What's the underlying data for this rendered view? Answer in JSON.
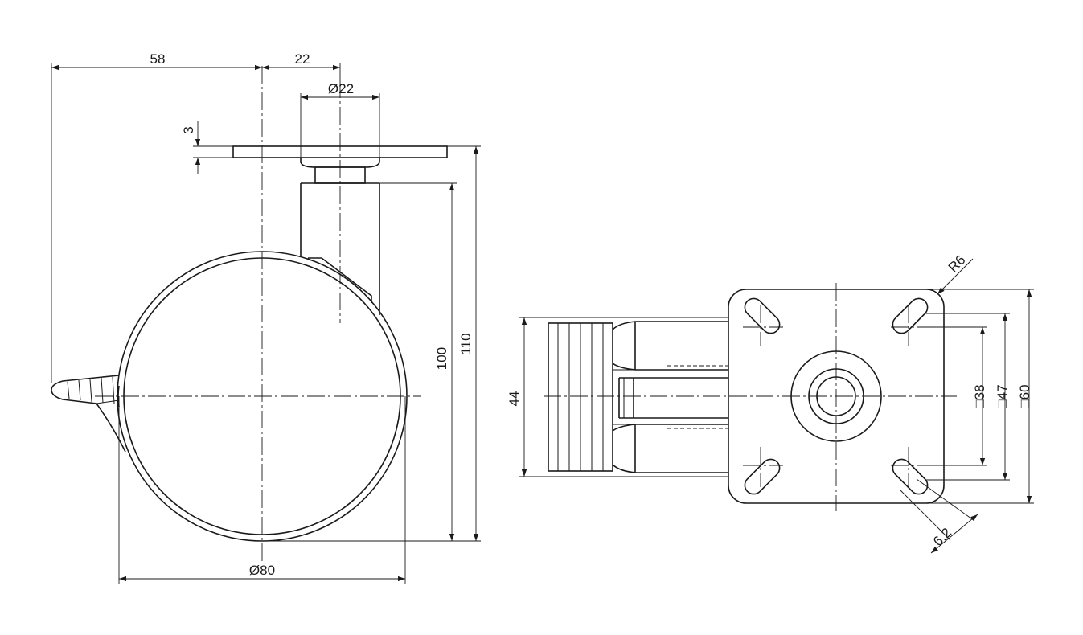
{
  "side_view": {
    "dim_offset": "58",
    "dim_stem_offset": "22",
    "dim_stem_dia": "22",
    "dim_plate_thickness": "3",
    "dim_height_100": "100",
    "dim_height_110": "110",
    "dim_wheel_dia": "80"
  },
  "top_view": {
    "dim_width": "44",
    "dim_radius": "R6",
    "dim_hole_spacing_38": "38",
    "dim_hole_spacing_47": "47",
    "dim_plate_60": "60",
    "dim_slot": "6.2"
  },
  "symbols": {
    "diameter": "Ø",
    "square": "□"
  }
}
